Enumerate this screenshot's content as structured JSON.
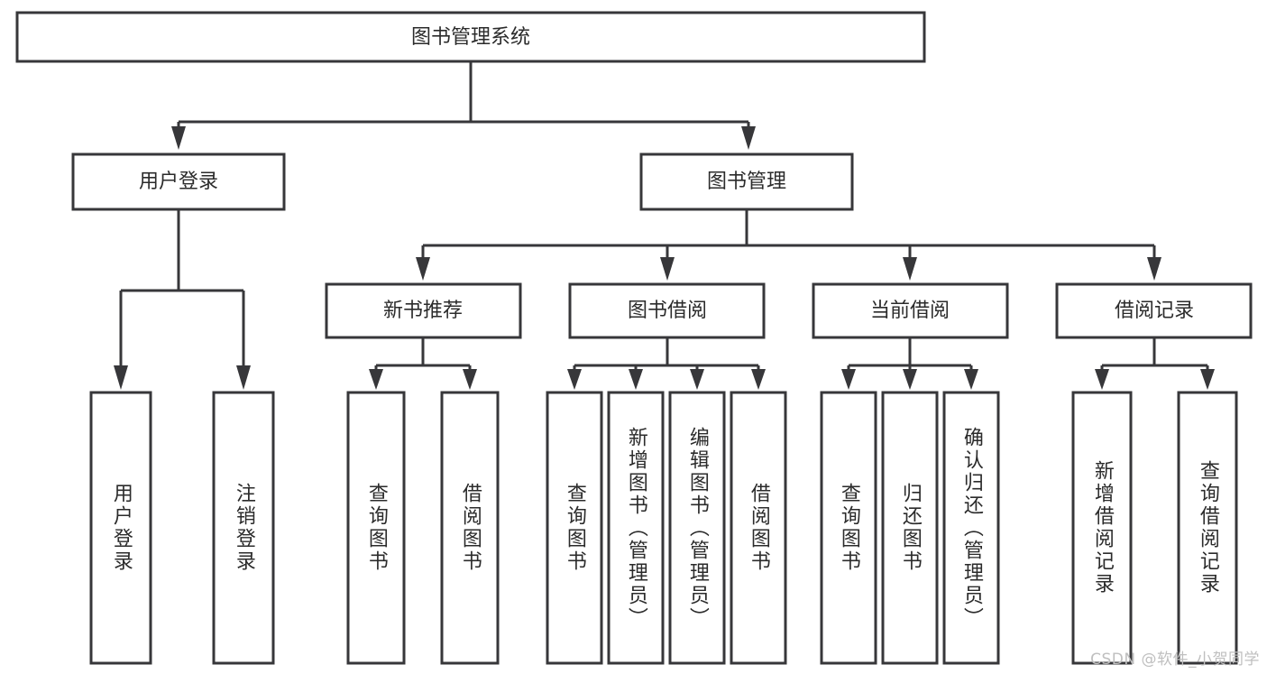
{
  "diagram": {
    "type": "tree",
    "title": "图书管理系统",
    "watermark": "CSDN @软件_小贺同学",
    "colors": {
      "box_stroke": "#37373a",
      "box_fill": "#ffffff",
      "text": "#2b2b2b",
      "watermark": "#bfbfbf",
      "background": "#ffffff"
    },
    "root": {
      "label": "图书管理系统",
      "level": 1
    },
    "level2": [
      {
        "label": "用户登录"
      },
      {
        "label": "图书管理"
      }
    ],
    "level3": [
      {
        "label": "新书推荐",
        "parent": "图书管理"
      },
      {
        "label": "图书借阅",
        "parent": "图书管理"
      },
      {
        "label": "当前借阅",
        "parent": "图书管理"
      },
      {
        "label": "借阅记录",
        "parent": "图书管理"
      }
    ],
    "leaves": {
      "user_login": [
        {
          "label": "用户登录"
        },
        {
          "label": "注销登录"
        }
      ],
      "new_book_recommend": [
        {
          "label": "查询图书"
        },
        {
          "label": "借阅图书"
        }
      ],
      "book_borrow": [
        {
          "label": "查询图书"
        },
        {
          "label": "新增图书（管理员）"
        },
        {
          "label": "编辑图书（管理员）"
        },
        {
          "label": "借阅图书"
        }
      ],
      "current_borrow": [
        {
          "label": "查询图书"
        },
        {
          "label": "归还图书"
        },
        {
          "label": "确认归还（管理员）"
        }
      ],
      "borrow_record": [
        {
          "label": "新增借阅记录"
        },
        {
          "label": "查询借阅记录"
        }
      ]
    }
  }
}
